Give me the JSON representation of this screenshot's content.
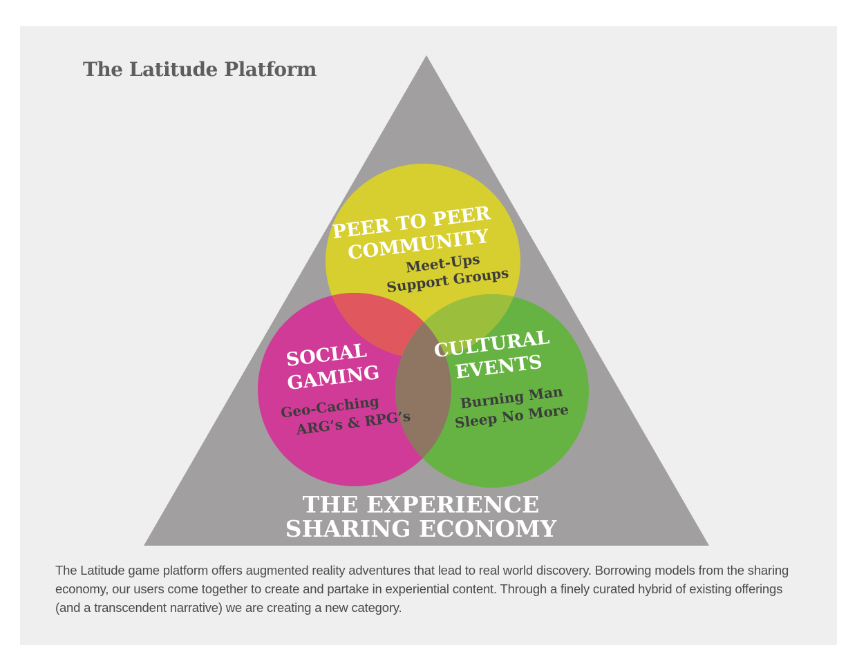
{
  "title": "The Latitude Platform",
  "diagram": {
    "base_label": [
      "THE EXPERIENCE",
      "SHARING  ECONOMY"
    ],
    "circles": {
      "community": {
        "heading": [
          "PEER TO PEER",
          "COMMUNITY"
        ],
        "items": [
          "Meet-Ups",
          "Support Groups"
        ],
        "color": "#d7cf30"
      },
      "gaming": {
        "heading": [
          "SOCIAL",
          "GAMING"
        ],
        "items": [
          "Geo-Caching",
          "ARG’s & RPG’s"
        ],
        "color": "#cf3b97"
      },
      "events": {
        "heading": [
          "CULTURAL",
          "EVENTS"
        ],
        "items": [
          "Burning Man",
          "Sleep No More"
        ],
        "color": "#66b344"
      }
    },
    "colors": {
      "triangle": "#a19f9f",
      "overlap_community_gaming": "#e0585d",
      "overlap_community_events": "#9bbf3c",
      "overlap_gaming_events": "#8e7663"
    }
  },
  "description": "The Latitude game platform offers augmented reality adventures that lead to real world discovery. Borrowing models from the sharing economy, our users come together to create and partake in experiential content. Through a finely curated hybrid of existing offerings (and a transcendent narrative) we are creating a new category."
}
